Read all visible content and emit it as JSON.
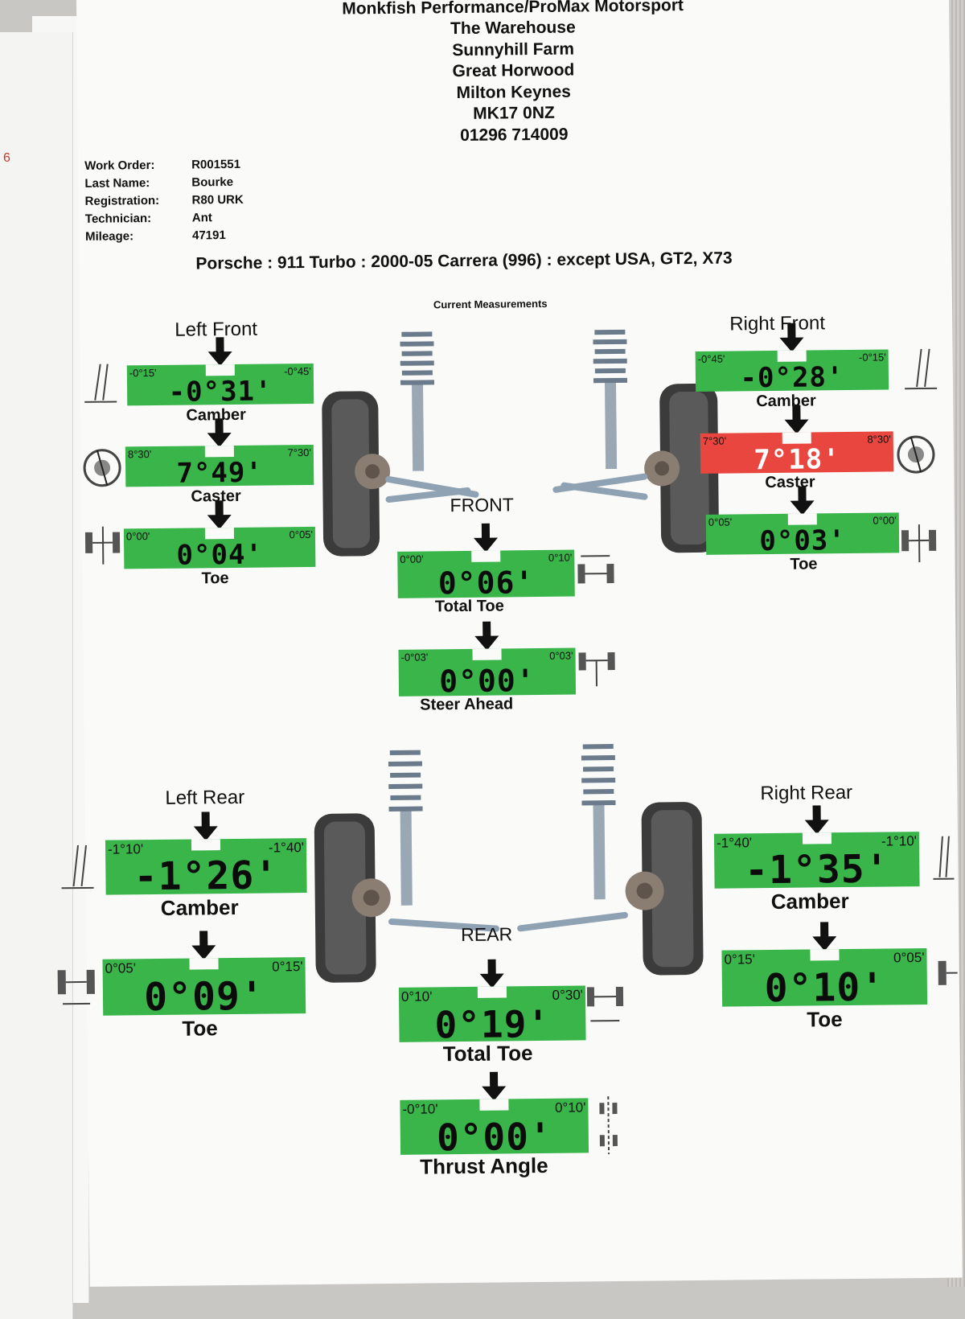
{
  "colors": {
    "in_spec": "#39b54a",
    "out_of_spec": "#e8463f",
    "paper": "#fafaf9",
    "ink": "#111111"
  },
  "side_mark": "6",
  "header": {
    "company": "Monkfish Performance/ProMax Motorsport",
    "address_lines": [
      "The Warehouse",
      "Sunnyhill Farm",
      "Great Horwood",
      "Milton Keynes",
      "MK17 0NZ",
      "01296 714009"
    ]
  },
  "job": {
    "work_order_label": "Work Order:",
    "work_order": "R001551",
    "last_name_label": "Last Name:",
    "last_name": "Bourke",
    "registration_label": "Registration:",
    "registration": "R80 URK",
    "technician_label": "Technician:",
    "technician": "Ant",
    "mileage_label": "Mileage:",
    "mileage": "47191"
  },
  "vehicle": "Porsche : 911 Turbo : 2000-05 Carrera (996) : except USA, GT2, X73",
  "current_measurements": "Current Measurements",
  "sections": {
    "left_front": "Left Front",
    "right_front": "Right Front",
    "front": "FRONT",
    "left_rear": "Left Rear",
    "right_rear": "Right Rear",
    "rear": "REAR"
  },
  "gauges": {
    "lf_camber": {
      "label": "Camber",
      "value": "-0°31",
      "left_limit": "-0°15'",
      "right_limit": "-0°45'",
      "status": "in"
    },
    "lf_caster": {
      "label": "Caster",
      "value": "7°49",
      "left_limit": "8°30'",
      "right_limit": "7°30'",
      "status": "in"
    },
    "lf_toe": {
      "label": "Toe",
      "value": "0°04",
      "left_limit": "0°00'",
      "right_limit": "0°05'",
      "status": "in"
    },
    "rf_camber": {
      "label": "Camber",
      "value": "-0°28",
      "left_limit": "-0°45'",
      "right_limit": "-0°15'",
      "status": "in"
    },
    "rf_caster": {
      "label": "Caster",
      "value": "7°18",
      "left_limit": "7°30'",
      "right_limit": "8°30'",
      "status": "out"
    },
    "rf_toe": {
      "label": "Toe",
      "value": "0°03",
      "left_limit": "0°05'",
      "right_limit": "0°00'",
      "status": "in"
    },
    "front_total_toe": {
      "label": "Total Toe",
      "value": "0°06",
      "left_limit": "0°00'",
      "right_limit": "0°10'",
      "status": "in"
    },
    "steer_ahead": {
      "label": "Steer Ahead",
      "value": "0°00",
      "left_limit": "-0°03'",
      "right_limit": "0°03'",
      "status": "in"
    },
    "lr_camber": {
      "label": "Camber",
      "value": "-1°26",
      "left_limit": "-1°10'",
      "right_limit": "-1°40'",
      "status": "in"
    },
    "lr_toe": {
      "label": "Toe",
      "value": "0°09",
      "left_limit": "0°05'",
      "right_limit": "0°15'",
      "status": "in"
    },
    "rr_camber": {
      "label": "Camber",
      "value": "-1°35",
      "left_limit": "-1°40'",
      "right_limit": "-1°10'",
      "status": "in"
    },
    "rr_toe": {
      "label": "Toe",
      "value": "0°10",
      "left_limit": "0°15'",
      "right_limit": "0°05'",
      "status": "in"
    },
    "rear_total_toe": {
      "label": "Total Toe",
      "value": "0°19",
      "left_limit": "0°10'",
      "right_limit": "0°30'",
      "status": "in"
    },
    "thrust_angle": {
      "label": "Thrust Angle",
      "value": "0°00",
      "left_limit": "-0°10'",
      "right_limit": "0°10'",
      "status": "in"
    }
  },
  "icons": [
    "camber-diagram-icon",
    "caster-wheel-icon",
    "toe-diagram-icon",
    "total-toe-diagram-icon",
    "steer-ahead-diagram-icon",
    "thrust-angle-diagram-icon",
    "front-suspension-illustration",
    "rear-suspension-illustration"
  ]
}
